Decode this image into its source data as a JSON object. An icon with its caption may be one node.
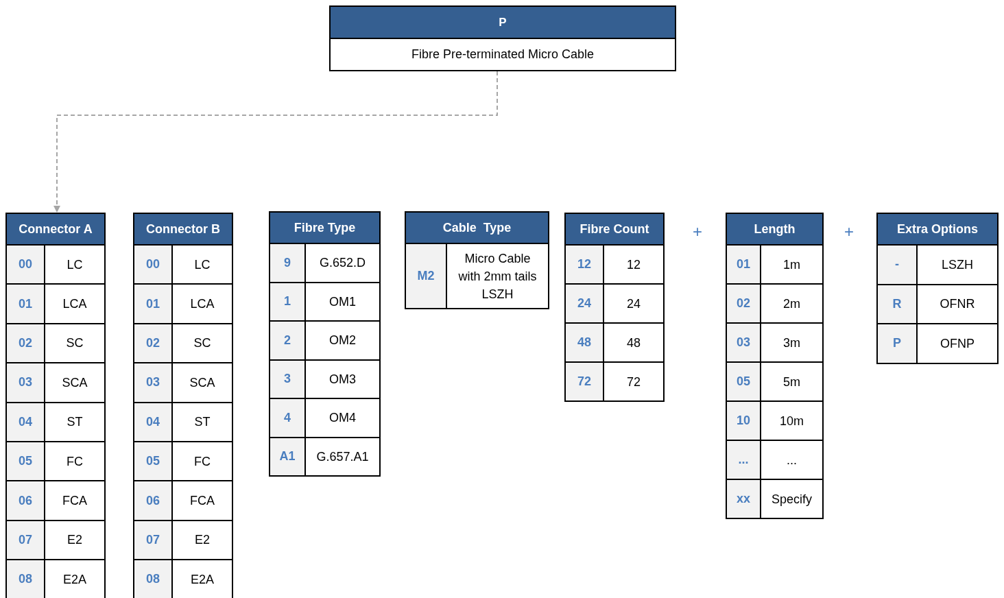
{
  "diagram": {
    "nodes": [
      {
        "text": [
          "P",
          "Fibre Pre-terminated Micro Cable"
        ]
      },
      {
        "text": [
          "Connector A"
        ]
      },
      {
        "text": [
          "00",
          "LC"
        ],
        "in": 1
      },
      {
        "text": [
          "01",
          "LCA"
        ],
        "in": 1
      },
      {
        "text": [
          "02",
          "SC"
        ],
        "in": 1
      },
      {
        "text": [
          "03",
          "SCA"
        ],
        "in": 1
      },
      {
        "text": [
          "04",
          "ST"
        ],
        "in": 1
      },
      {
        "text": [
          "05",
          "FC"
        ],
        "in": 1
      },
      {
        "text": [
          "06",
          "FCA"
        ],
        "in": 1
      },
      {
        "text": [
          "07",
          "E2"
        ],
        "in": 1
      },
      {
        "text": [
          "08",
          "E2A"
        ],
        "in": 1
      },
      {
        "text": [
          "Connector B"
        ]
      },
      {
        "text": [
          "00",
          "LC"
        ],
        "in": 11
      },
      {
        "text": [
          "01",
          "LCA"
        ],
        "in": 11
      },
      {
        "text": [
          "02",
          "SC"
        ],
        "in": 11
      },
      {
        "text": [
          "03",
          "SCA"
        ],
        "in": 11
      },
      {
        "text": [
          "04",
          "ST"
        ],
        "in": 11
      },
      {
        "text": [
          "05",
          "FC"
        ],
        "in": 11
      },
      {
        "text": [
          "06",
          "FCA"
        ],
        "in": 11
      },
      {
        "text": [
          "07",
          "E2"
        ],
        "in": 11
      },
      {
        "text": [
          "08",
          "E2A"
        ],
        "in": 11
      },
      {
        "text": [
          "Fibre Type"
        ]
      },
      {
        "text": [
          "9",
          "G.652.D"
        ],
        "in": 21
      },
      {
        "text": [
          "1",
          "OM1"
        ],
        "in": 21
      },
      {
        "text": [
          "2",
          "OM2"
        ],
        "in": 21
      },
      {
        "text": [
          "3",
          "OM3"
        ],
        "in": 21
      },
      {
        "text": [
          "4",
          "OM4"
        ],
        "in": 21
      },
      {
        "text": [
          "A1",
          "G.657.A1"
        ],
        "in": 21
      },
      {
        "text": [
          "Cable  Type"
        ]
      },
      {
        "text": [
          "M2",
          "Micro Cable with 2mm tails LSZH"
        ],
        "in": 28
      },
      {
        "text": [
          "Fibre Count"
        ]
      },
      {
        "text": [
          "12",
          "12"
        ],
        "in": 30
      },
      {
        "text": [
          "24",
          "24"
        ],
        "in": 30
      },
      {
        "text": [
          "48",
          "48"
        ],
        "in": 30
      },
      {
        "text": [
          "72",
          "72"
        ],
        "in": 30
      },
      {
        "text": [
          "Length"
        ]
      },
      {
        "text": [
          "01",
          "1m"
        ],
        "in": 35
      },
      {
        "text": [
          "02",
          "2m"
        ],
        "in": 35
      },
      {
        "text": [
          "03",
          "3m"
        ],
        "in": 35
      },
      {
        "text": [
          "05",
          "5m"
        ],
        "in": 35
      },
      {
        "text": [
          "10",
          "10m"
        ],
        "in": 35
      },
      {
        "text": [
          "...",
          "..."
        ],
        "in": 35
      },
      {
        "text": [
          "xx",
          "Specify"
        ],
        "in": 35
      },
      {
        "text": [
          "Extra Options"
        ]
      },
      {
        "text": [
          "-",
          "LSZH"
        ],
        "in": 43
      },
      {
        "text": [
          "R",
          "OFNR"
        ],
        "in": 43
      },
      {
        "text": [
          "P",
          "OFNP"
        ],
        "in": 43
      }
    ],
    "edges": [
      {
        "from": 0,
        "to": 1,
        "arrow": "to",
        "style": "dashed",
        "color": "#a6a6a6"
      }
    ],
    "labels": [
      "+",
      "+"
    ]
  }
}
